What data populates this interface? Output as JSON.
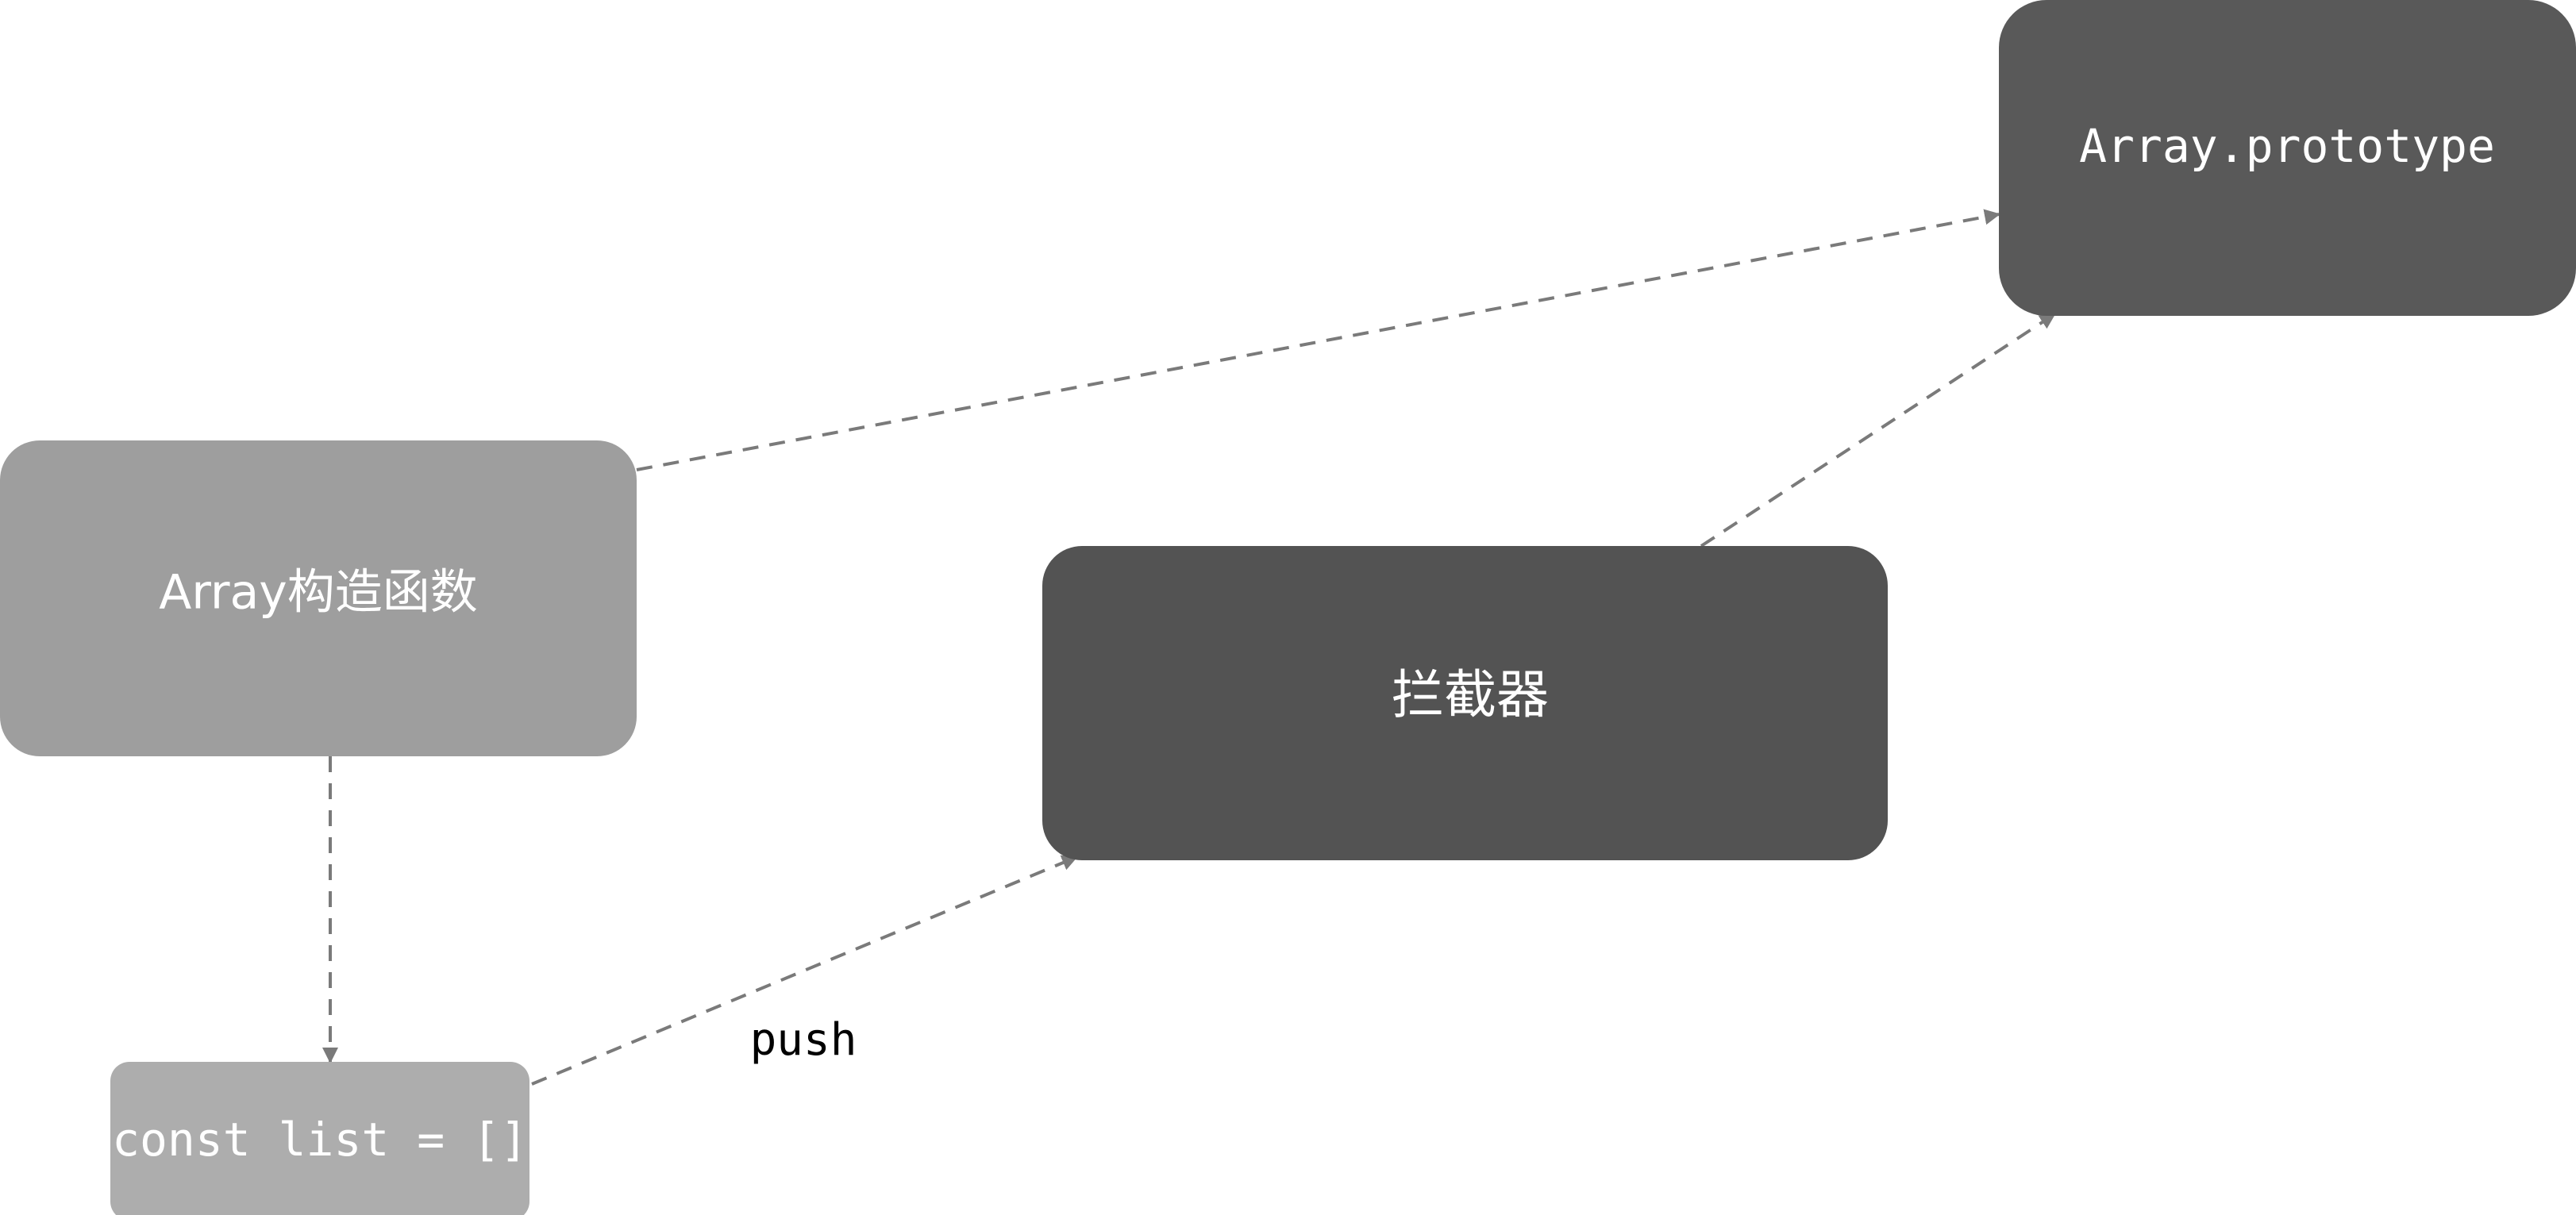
{
  "nodes": {
    "array_prototype": {
      "label": "Array.prototype",
      "color": "#595959"
    },
    "array_constructor": {
      "label": "Array构造函数",
      "color": "#9e9e9e"
    },
    "interceptor": {
      "label": "拦截器",
      "color": "#535353"
    },
    "list_declaration": {
      "label": "const list = []",
      "color": "#adadad"
    }
  },
  "edges": {
    "constructor_to_prototype": {
      "label": ""
    },
    "interceptor_to_prototype": {
      "label": ""
    },
    "constructor_to_list": {
      "label": ""
    },
    "list_to_interceptor": {
      "label": "push"
    }
  },
  "colors": {
    "edge": "#7a7a7a"
  }
}
